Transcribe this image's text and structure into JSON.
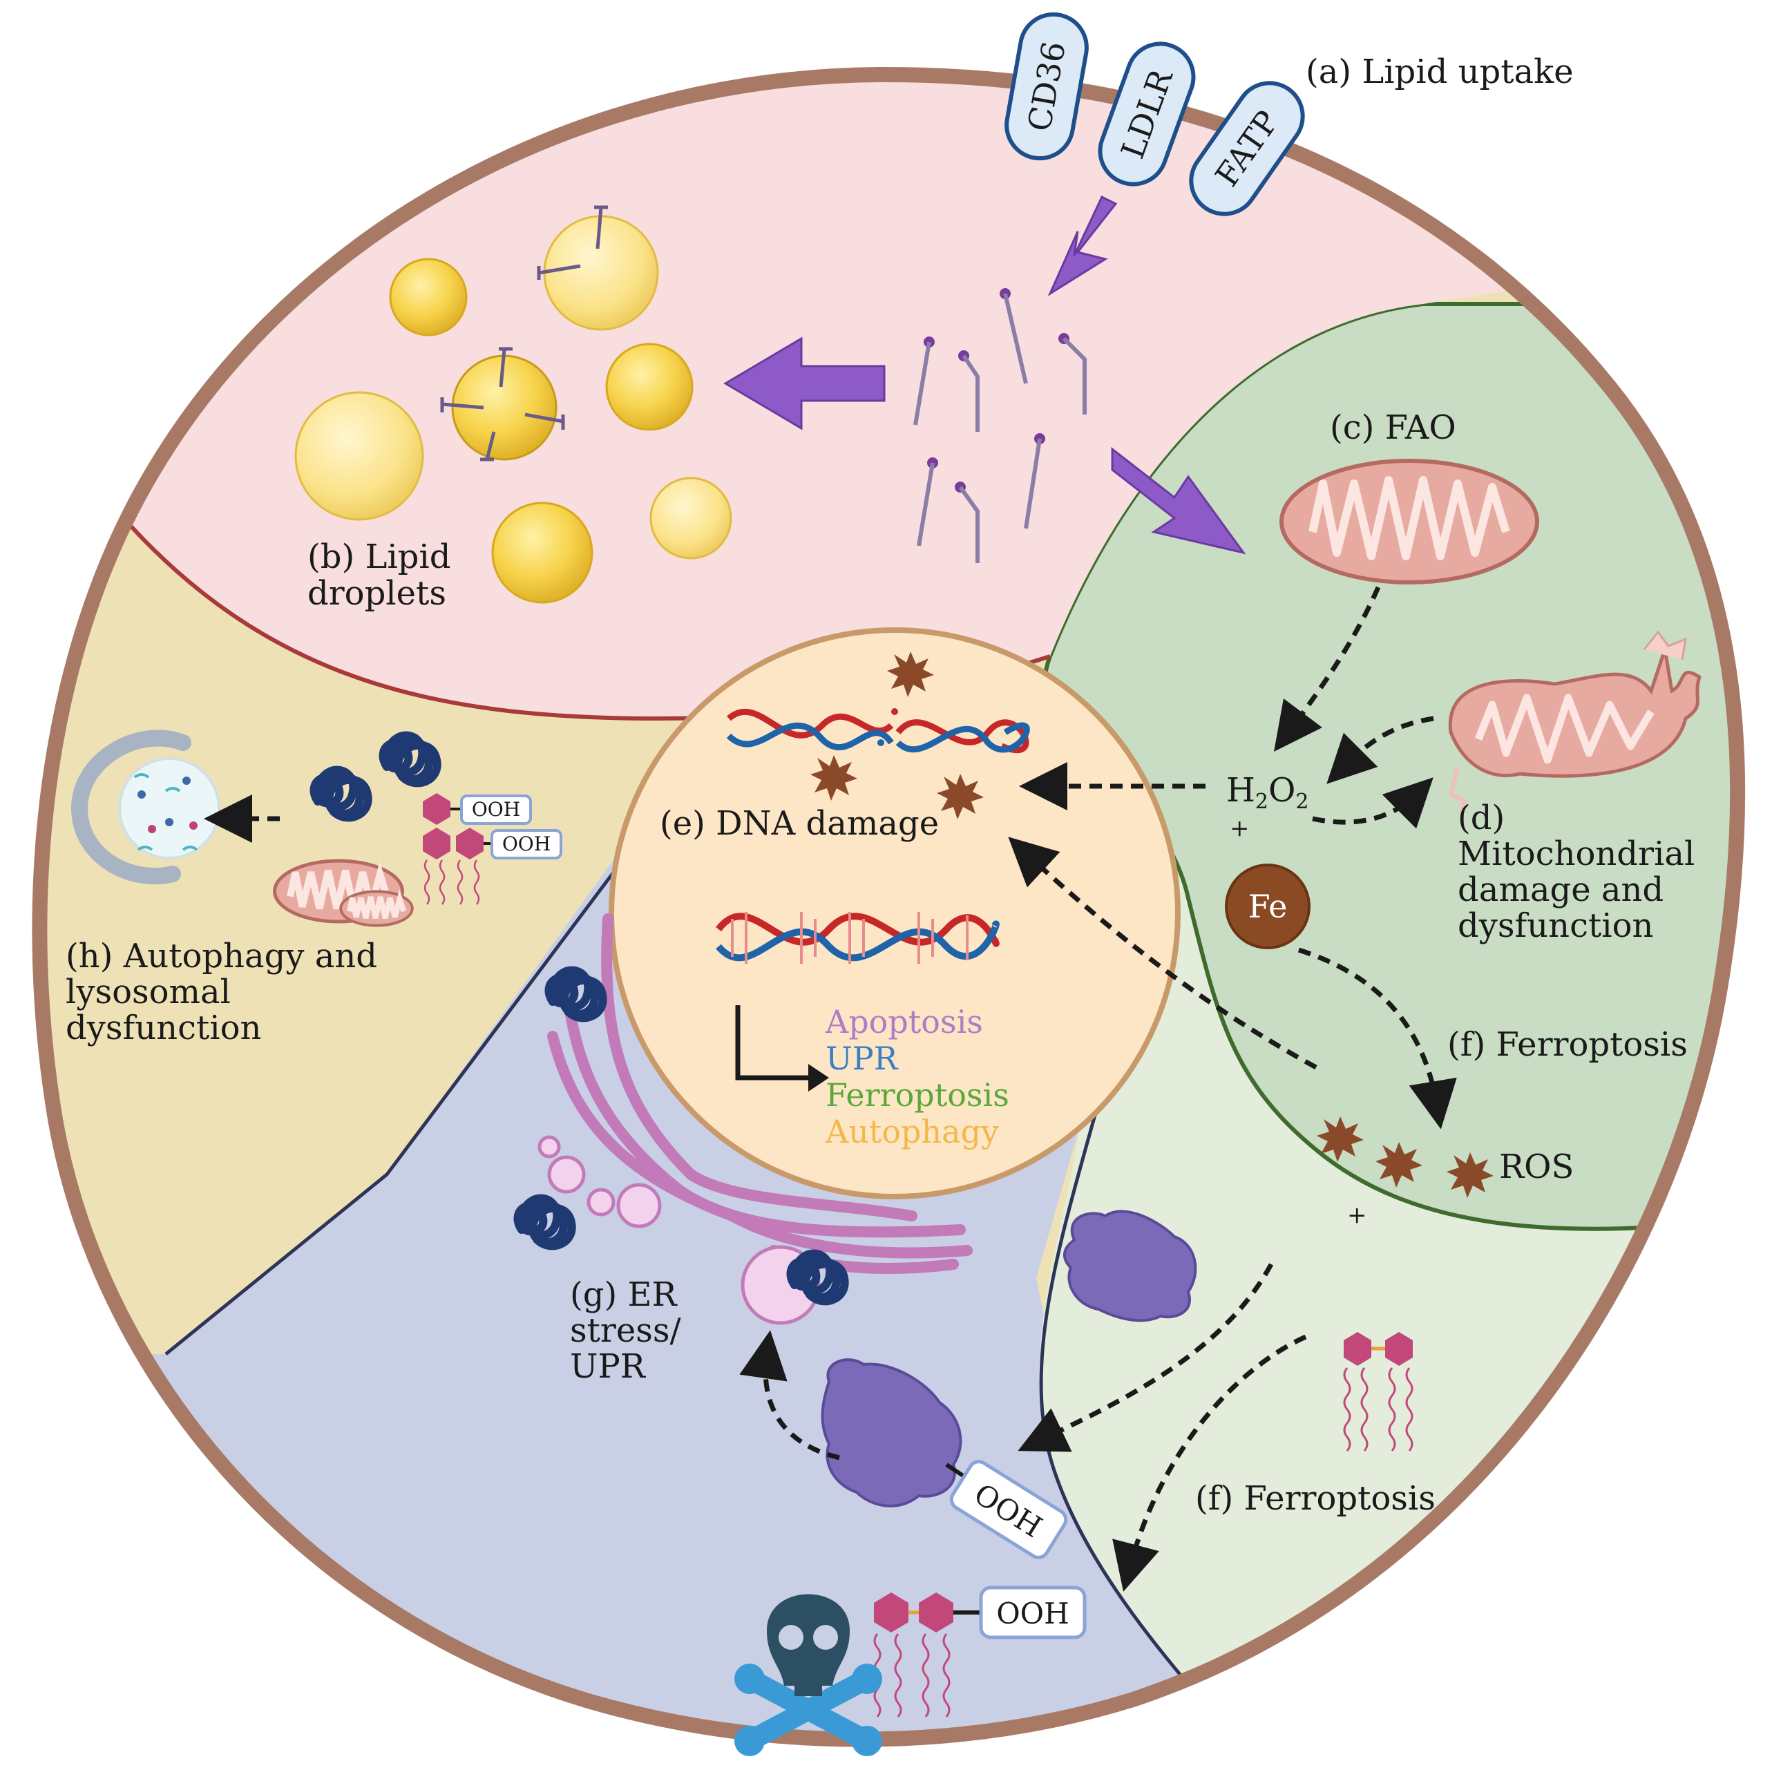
{
  "receptors": [
    "CD36",
    "LDLR",
    "FATP"
  ],
  "labels": {
    "a": "(a) Lipid uptake",
    "b_1": "(b) Lipid",
    "b_2": "droplets",
    "c": "(c) FAO",
    "d_1": "(d)",
    "d_2": "Mitochondrial",
    "d_3": "damage and",
    "d_4": "dysfunction",
    "e": "(e) DNA damage",
    "f_upper": "(f) Ferroptosis",
    "f_lower": "(f) Ferroptosis",
    "g_1": "(g) ER",
    "g_2": "stress/",
    "g_3": "UPR",
    "h_1": "(h) Autophagy and",
    "h_2": "lysosomal",
    "h_3": "dysfunction"
  },
  "chemistry": {
    "h2o2_main": "H",
    "h2o2_sub1": "2",
    "h2o2_o": "O",
    "h2o2_sub2": "2",
    "plus_1": "+",
    "fe": "Fe",
    "ros": "ROS",
    "plus_2": "+",
    "ooh": "OOH"
  },
  "outcomes": [
    {
      "text": "Apoptosis",
      "color": "#b07cc6"
    },
    {
      "text": "UPR",
      "color": "#3a7fc1"
    },
    {
      "text": "Ferroptosis",
      "color": "#5aa83c"
    },
    {
      "text": "Autophagy",
      "color": "#f2b84b"
    }
  ],
  "colors": {
    "cell_border": "#a87a66",
    "lipid_region": "#f8dede",
    "fao_region": "#c9dcc4",
    "ferroptosis_region": "#e4ecdc",
    "er_region": "#c9d0e6",
    "autophagy_region": "#efe1b6",
    "nucleus": "#fde6c6",
    "arrow_purple": "#8e5ac8",
    "ros": "#8a4a2a"
  }
}
